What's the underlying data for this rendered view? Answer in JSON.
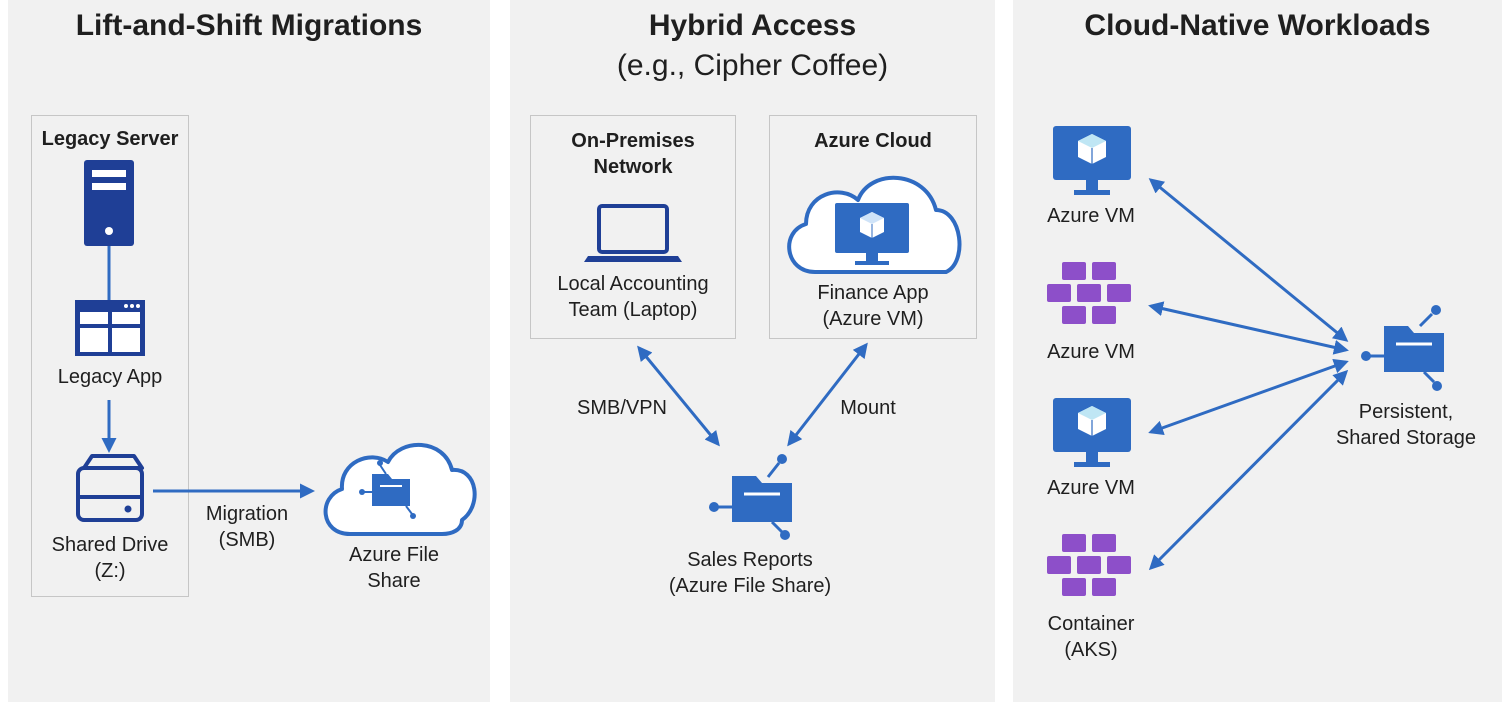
{
  "panels": [
    {
      "title": "Lift-and-Shift Migrations",
      "box_title": "Legacy Server",
      "legacy_app": "Legacy App",
      "shared_drive": [
        "Shared Drive",
        "(Z:)"
      ],
      "migration": [
        "Migration",
        "(SMB)"
      ],
      "azure_file_share": [
        "Azure File",
        "Share"
      ]
    },
    {
      "title": "Hybrid Access",
      "subtitle": "(e.g., Cipher Coffee)",
      "onprem_title": [
        "On-Premises",
        "Network"
      ],
      "onprem_label": [
        "Local Accounting",
        "Team (Laptop)"
      ],
      "cloud_title": "Azure Cloud",
      "cloud_label": [
        "Finance App",
        "(Azure VM)"
      ],
      "smb_vpn": "SMB/VPN",
      "mount": "Mount",
      "sales_reports": [
        "Sales Reports",
        "(Azure File Share)"
      ]
    },
    {
      "title": "Cloud-Native Workloads",
      "vm1": "Azure VM",
      "vm2": "Azure VM",
      "vm3": "Azure VM",
      "container": [
        "Container",
        "(AKS)"
      ],
      "storage": [
        "Persistent,",
        "Shared Storage"
      ]
    }
  ],
  "colors": {
    "panel_bg": "#f1f1f1",
    "azure_blue": "#2f6bc2",
    "dark_blue": "#1f3f96",
    "purple": "#8d4fc9",
    "light_blue": "#5aa0e6"
  }
}
